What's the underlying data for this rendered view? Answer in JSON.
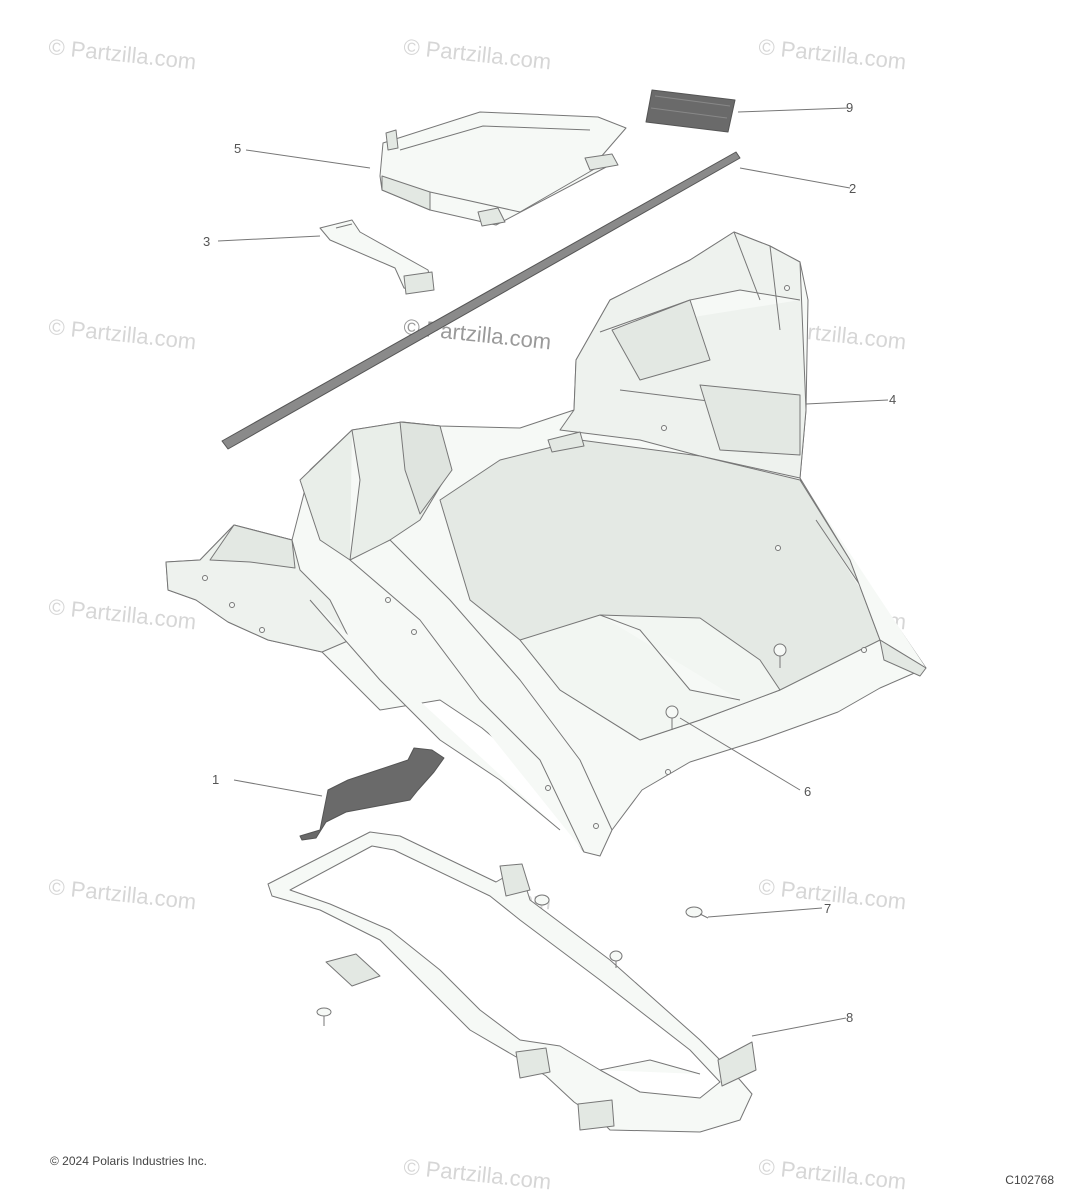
{
  "watermark": "© Partzilla.com",
  "callouts": [
    "1",
    "2",
    "3",
    "4",
    "5",
    "6",
    "7",
    "8",
    "9"
  ],
  "footer": {
    "copyright": "© 2024 Polaris Industries Inc.",
    "diagram_code": "C102768"
  },
  "colors": {
    "line": "#777777",
    "part_fill": "#f6f9f6",
    "shade": "#e3e8e3",
    "dark_part": "#555555"
  }
}
